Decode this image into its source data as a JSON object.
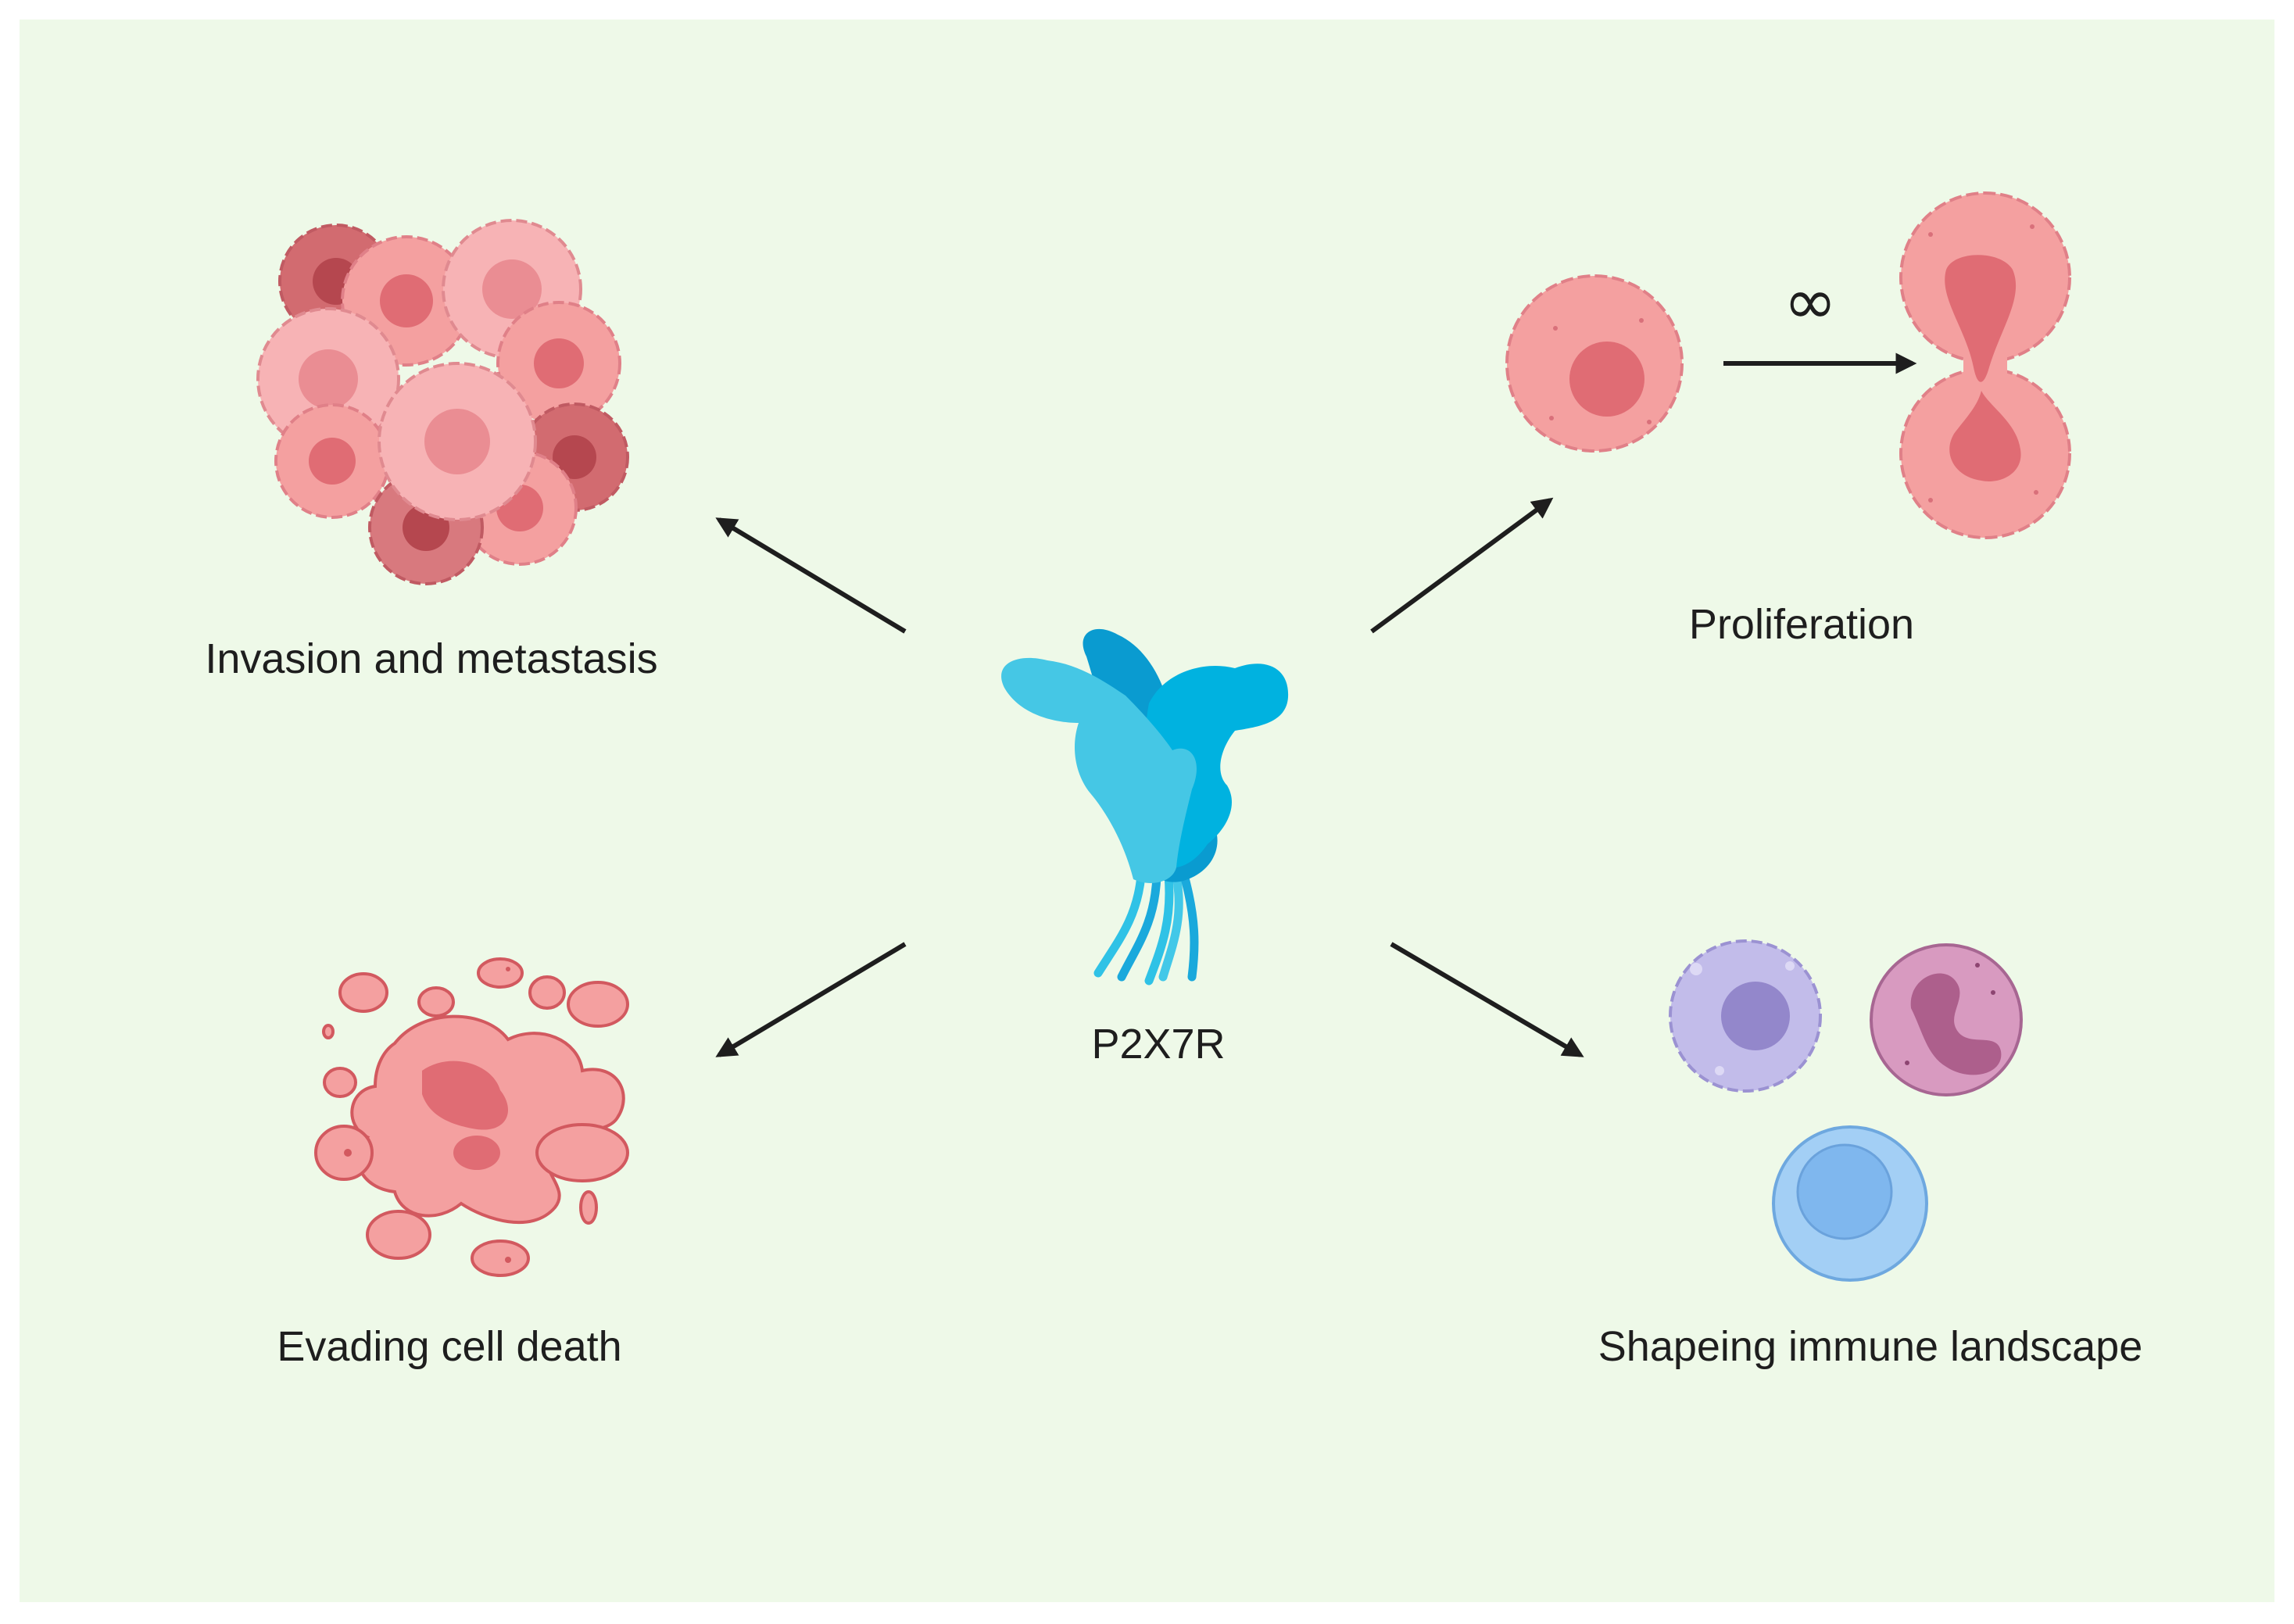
{
  "diagram": {
    "center": {
      "label": "P2X7R",
      "icon": "p2x7-receptor-icon"
    },
    "effects": [
      {
        "id": "invasion",
        "label": "Invasion and metastasis",
        "icon": "tumor-cell-cluster-icon"
      },
      {
        "id": "proliferation",
        "label": "Proliferation",
        "icon": "dividing-cell-icon",
        "symbol": "∞"
      },
      {
        "id": "evading",
        "label": "Evading cell death",
        "icon": "fragmented-cell-icon"
      },
      {
        "id": "immune",
        "label": "Shapeing immune landscape",
        "icon": "immune-cells-icon"
      }
    ],
    "colors": {
      "background": "#eef9e8",
      "tumor_cell": "#f4a0a0",
      "tumor_nucleus": "#e06c74",
      "receptor": "#2fc2e6",
      "arrow": "#1e1e1e"
    }
  }
}
